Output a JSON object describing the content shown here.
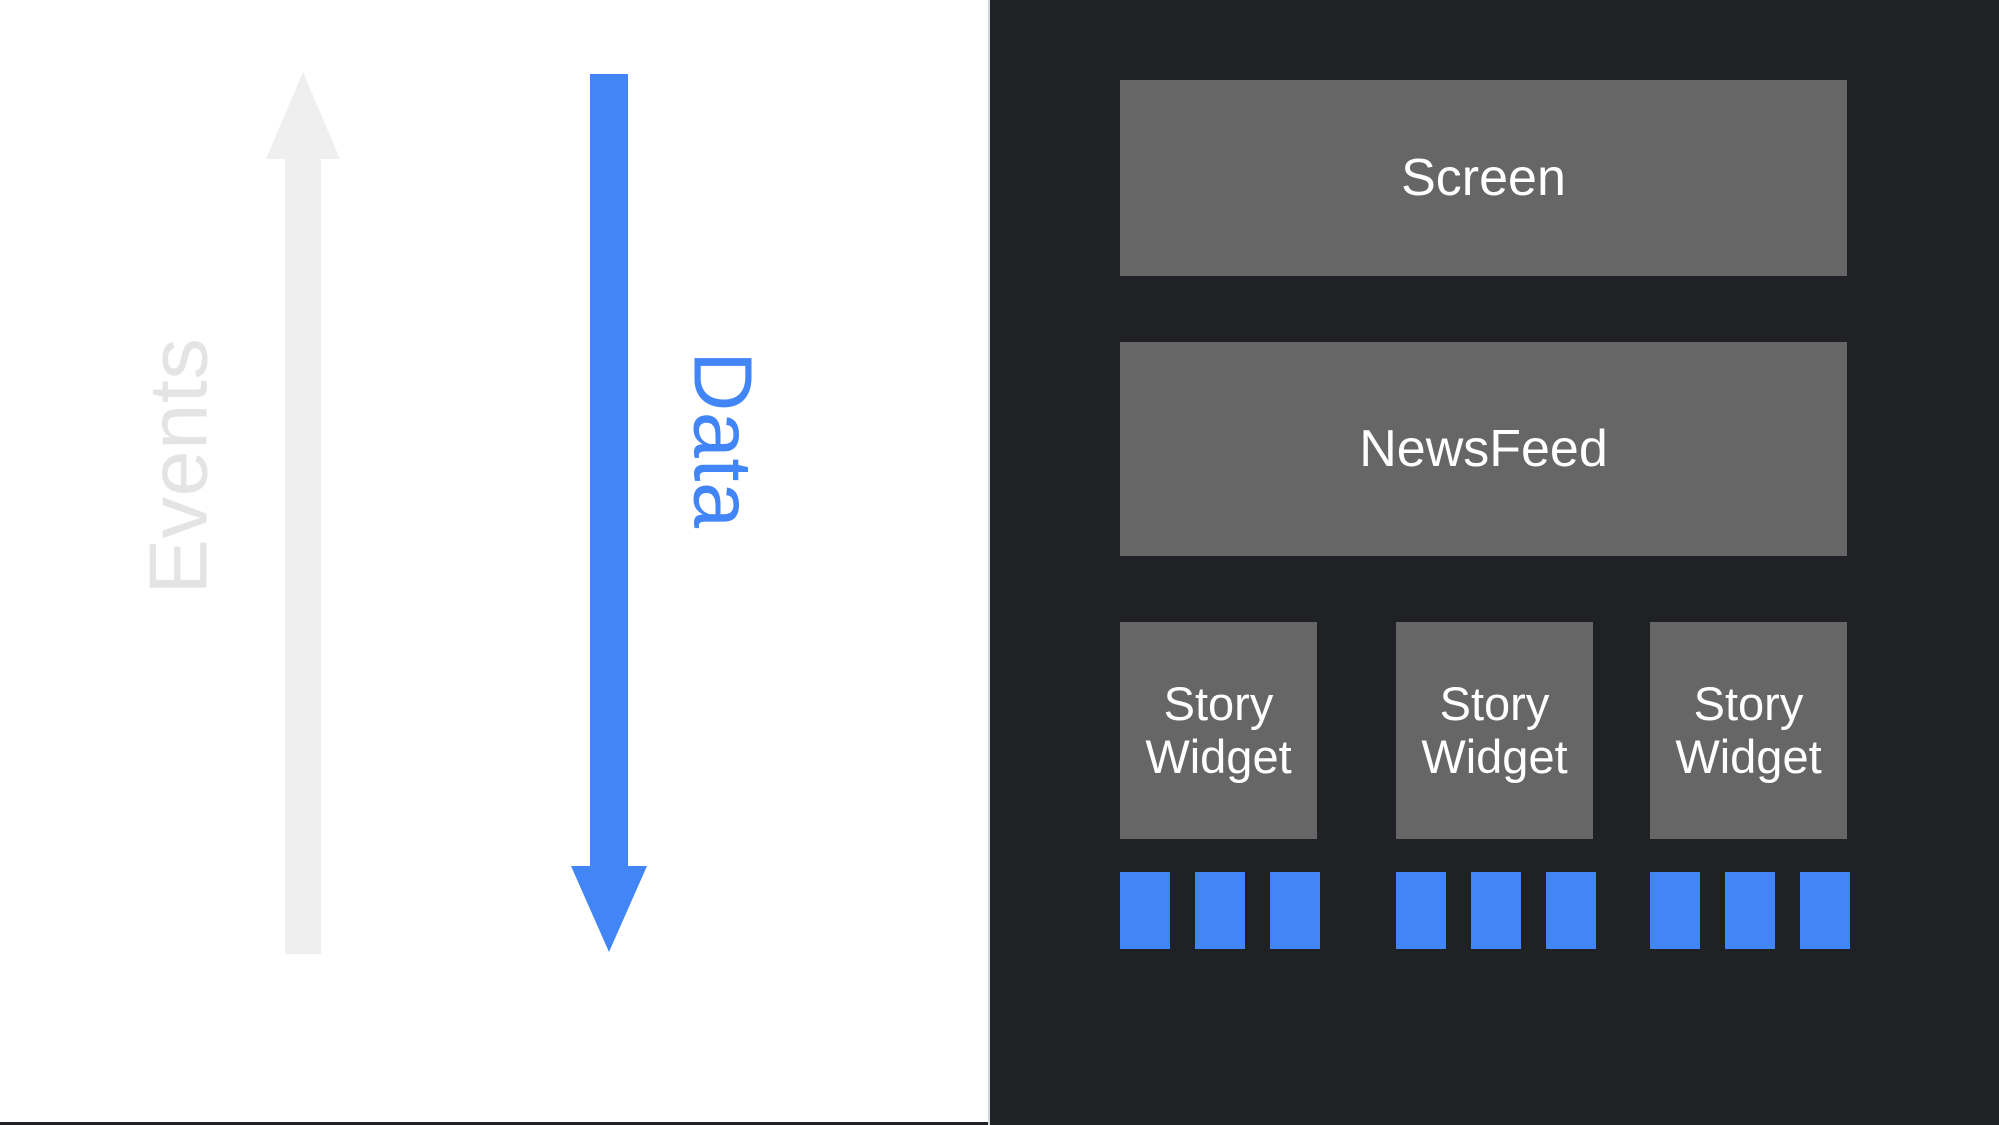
{
  "diagram": {
    "title": "Unidirectional data flow diagram",
    "colors": {
      "canvas_light": "#ffffff",
      "panel_dark": "#202124",
      "widget_gray": "#666666",
      "accent_blue": "#4285f7",
      "muted_gray": "#e4e4e4",
      "divider": "#d3d7de",
      "text_on_widget": "#ffffff"
    }
  },
  "left_panel": {
    "flows": [
      {
        "id": "events",
        "label": "Events",
        "direction": "up",
        "color": "#e4e4e4",
        "icon": "arrow-up-icon"
      },
      {
        "id": "data",
        "label": "Data",
        "direction": "down",
        "color": "#4285f7",
        "icon": "arrow-down-icon"
      }
    ]
  },
  "right_panel": {
    "nodes": [
      {
        "id": "screen",
        "label": "Screen"
      },
      {
        "id": "newsfeed",
        "label": "NewsFeed"
      }
    ],
    "story_widgets": [
      {
        "id": "story-widget-0",
        "label": "Story\nWidget",
        "line1": "Story",
        "line2": "Widget"
      },
      {
        "id": "story-widget-1",
        "label": "Story\nWidget",
        "line1": "Story",
        "line2": "Widget"
      },
      {
        "id": "story-widget-2",
        "label": "Story\nWidget",
        "line1": "Story",
        "line2": "Widget"
      }
    ],
    "chip_groups": [
      {
        "id": "chip-group-0",
        "count": 3
      },
      {
        "id": "chip-group-1",
        "count": 3
      },
      {
        "id": "chip-group-2",
        "count": 3
      }
    ]
  }
}
